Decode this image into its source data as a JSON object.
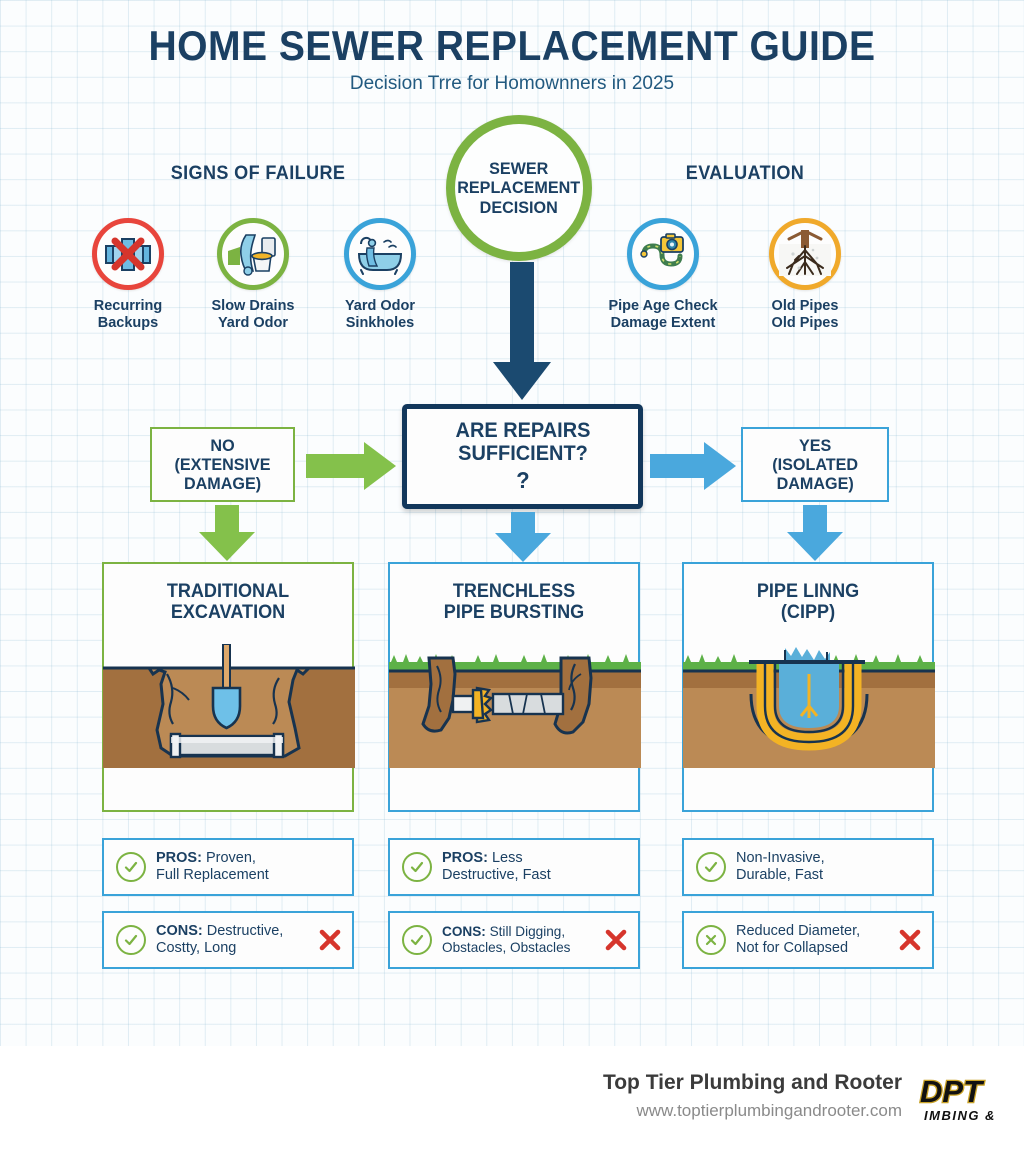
{
  "header": {
    "title": "HOME SEWER REPLACEMENT GUIDE",
    "subtitle": "Decision Trre for Homownners in 2025"
  },
  "center_node": {
    "line1": "SEWER",
    "line2": "REPLACEMENT",
    "line3": "DECISION",
    "ring_color": "#7cb342"
  },
  "sections": {
    "left_heading": "SIGNS OF FAILURE",
    "right_heading": "EVALUATION"
  },
  "signs": [
    {
      "icon": "broken-pipe-icon",
      "ring": "#e8453c",
      "line1": "Recurring",
      "line2": "Backups"
    },
    {
      "icon": "overflowing-toilet-icon",
      "ring": "#7cb342",
      "line1": "Slow Drains",
      "line2": "Yard Odor"
    },
    {
      "icon": "bathtub-backup-icon",
      "ring": "#3aa3d9",
      "line1": "Yard Odor",
      "line2": "Sinkholes"
    }
  ],
  "evaluation": [
    {
      "icon": "sewer-camera-icon",
      "ring": "#3aa3d9",
      "line1": "Pipe Age Check",
      "line2": "Damage Extent"
    },
    {
      "icon": "tree-roots-icon",
      "ring": "#f0a92b",
      "line1": "Old Pipes",
      "line2": "Old Pipes"
    }
  ],
  "decision": {
    "question_line1": "ARE REPAIRS",
    "question_line2": "SUFFICIENT?",
    "question_mark": "?",
    "no_branch": {
      "line1": "NO",
      "line2": "(EXTENSIVE",
      "line3": "DAMAGE)",
      "color": "#7cb342"
    },
    "yes_branch": {
      "line1": "YES",
      "line2": "(ISOLATED",
      "line3": "DAMAGE)",
      "color": "#3aa3d9"
    }
  },
  "methods": [
    {
      "title_line1": "TRADITIONAL",
      "title_line2": "EXCAVATION",
      "border_color": "#7cb342",
      "illustration": "open-trench-shovel-pipe",
      "pros": {
        "label": "PROS:",
        "line1": " Proven,",
        "line2": "Full Replacement",
        "mark": "check",
        "has_red_x": false
      },
      "cons": {
        "label": "CONS:",
        "line1": " Destructive,",
        "line2": "Costty, Long",
        "mark": "check",
        "has_red_x": true
      }
    },
    {
      "title_line1": "TRENCHLESS",
      "title_line2": "PIPE BURSTING",
      "border_color": "#3aa3d9",
      "illustration": "pipe-bursting-head",
      "pros": {
        "label": "PROS:",
        "line1": " Less",
        "line2": "Destructive, Fast",
        "mark": "check",
        "has_red_x": false
      },
      "cons": {
        "label": "CONS:",
        "line1": " Still Digging,",
        "line2": "Obstacles, Obstacles",
        "mark": "check",
        "has_red_x": true
      }
    },
    {
      "title_line1": "PIPE LINNG",
      "title_line2": "(CIPP)",
      "border_color": "#3aa3d9",
      "illustration": "cipp-liner-u-shape",
      "pros": {
        "label": "",
        "line1": "Non-Invasive,",
        "line2": "Durable, Fast",
        "mark": "check",
        "has_red_x": false
      },
      "cons": {
        "label": "",
        "line1": "Reduced Diameter,",
        "line2": "Not for Collapsed",
        "mark": "cross",
        "has_red_x": true
      }
    }
  ],
  "footer": {
    "company": "Top Tier Plumbing and Rooter",
    "url": "www.toptierplumbingandrooter.com",
    "logo_text": "DPT",
    "logo_subtext": "IMBING &"
  },
  "colors": {
    "navy": "#1b4063",
    "deep_navy": "#12375b",
    "green": "#7cb342",
    "blue": "#3aa3d9",
    "red": "#e8453c",
    "orange": "#f0a92b",
    "soil": "#a9703f",
    "soil_light": "#c08a52"
  }
}
